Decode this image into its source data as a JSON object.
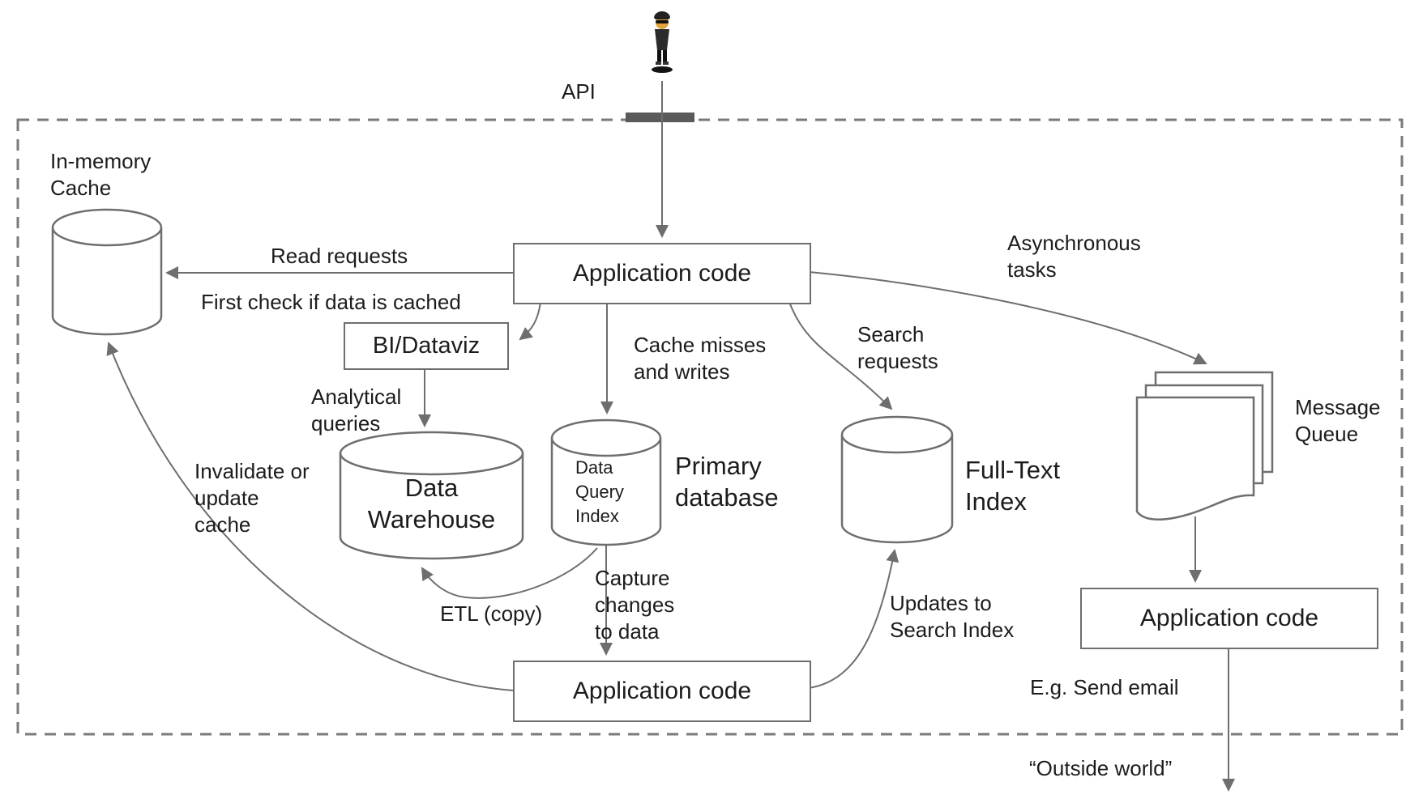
{
  "colors": {
    "line": "#6e6e6e",
    "text": "#1c1c1c",
    "api_bar": "#5a5a5a",
    "boundary_dash": "#7a7a7a",
    "background": "#ffffff",
    "actor_face": "#e0a33e",
    "actor_suit": "#2b2b2b"
  },
  "actor": {
    "icon": "levitating-businessman"
  },
  "api": {
    "label": "API"
  },
  "boundary": {
    "note": "dashed system boundary"
  },
  "nodes": {
    "in_memory_cache": {
      "label": "In-memory\nCache"
    },
    "app_code_top": {
      "label": "Application code"
    },
    "bi_dataviz": {
      "label": "BI/Dataviz"
    },
    "data_warehouse": {
      "label": "Data\nWarehouse"
    },
    "primary_database": {
      "inner_label": "Data\nQuery\nIndex",
      "label": "Primary\ndatabase"
    },
    "full_text_index": {
      "label": "Full-Text\nIndex"
    },
    "message_queue": {
      "label": "Message\nQueue"
    },
    "app_code_bottom": {
      "label": "Application code"
    },
    "app_code_right": {
      "label": "Application code"
    }
  },
  "edges": {
    "read_requests": "Read requests",
    "first_check": "First check if data is cached",
    "analytical_queries": "Analytical\nqueries",
    "invalidate_cache": "Invalidate or\nupdate\ncache",
    "etl_copy": "ETL (copy)",
    "cache_misses": "Cache misses\nand writes",
    "capture_changes": "Capture\nchanges\nto data",
    "search_requests": "Search\nrequests",
    "asynchronous_tasks": "Asynchronous\ntasks",
    "updates_to_search_index": "Updates to\nSearch Index",
    "example_task": "E.g. Send email",
    "outside_world": "“Outside world”"
  }
}
